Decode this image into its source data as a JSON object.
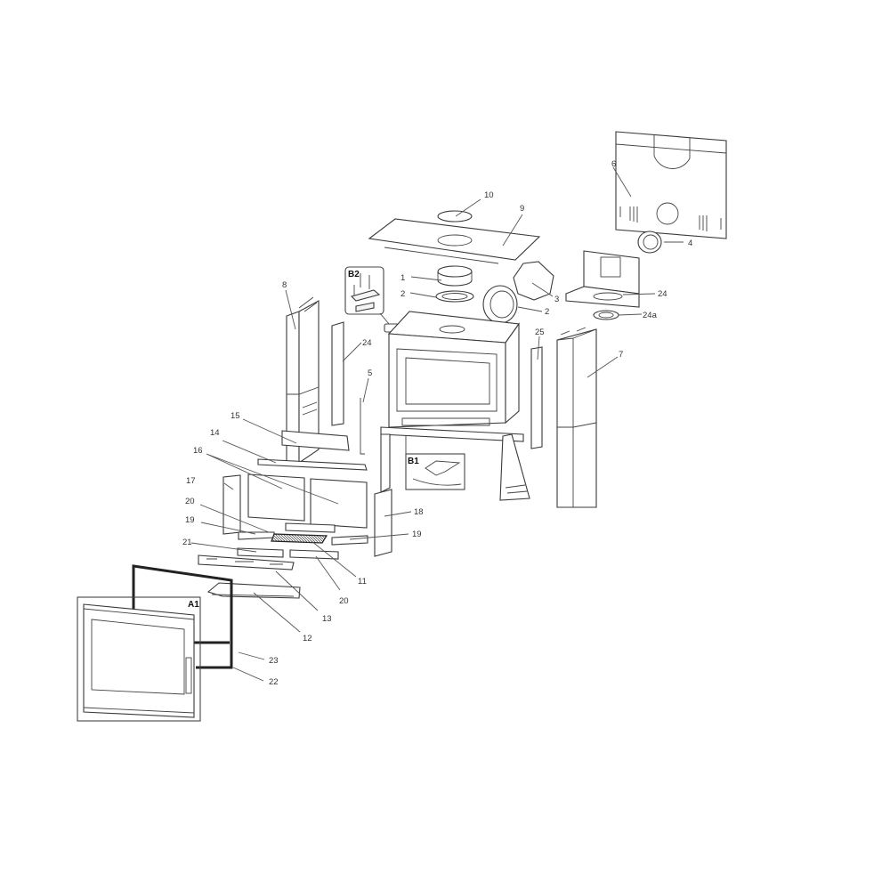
{
  "diagram": {
    "type": "exploded-parts-view",
    "subject": "stove",
    "labels": {
      "p1": "1",
      "p2a": "2",
      "p2b": "2",
      "p3": "3",
      "p4": "4",
      "p5": "5",
      "p6": "6",
      "p7": "7",
      "p8": "8",
      "p9": "9",
      "p10": "10",
      "p11": "11",
      "p12": "12",
      "p13": "13",
      "p14": "14",
      "p15": "15",
      "p16": "16",
      "p17": "17",
      "p18": "18",
      "p19a": "19",
      "p19b": "19",
      "p20a": "20",
      "p20b": "20",
      "p21": "21",
      "p22": "22",
      "p23": "23",
      "p24a": "24",
      "p24b": "24",
      "p24c": "24a",
      "p25": "25"
    },
    "callouts": {
      "a1": "A1",
      "b1": "B1",
      "b2": "B2"
    }
  }
}
